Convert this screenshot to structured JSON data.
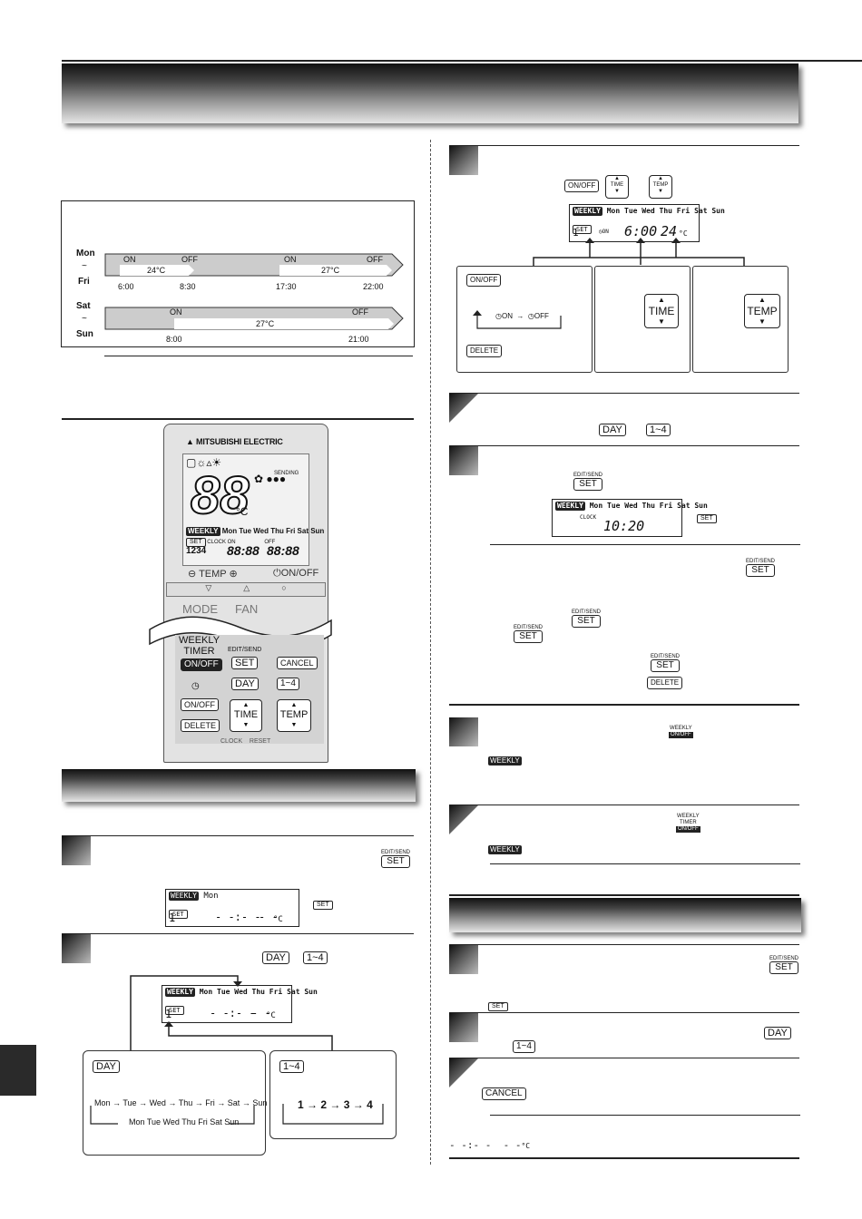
{
  "schedule": {
    "mon": "Mon",
    "tilde": "~",
    "fri": "Fri",
    "sat": "Sat",
    "sun": "Sun",
    "row1": {
      "on1": "ON",
      "off1": "OFF",
      "on2": "ON",
      "off2": "OFF",
      "temp1": "24°C",
      "temp2": "27°C",
      "t1": "6:00",
      "t2": "8:30",
      "t3": "17:30",
      "t4": "22:00"
    },
    "row2": {
      "on": "ON",
      "off": "OFF",
      "temp": "27°C",
      "t1": "8:00",
      "t2": "21:00"
    }
  },
  "remote": {
    "brand": "MITSUBISHI ELECTRIC",
    "big_digits": "88",
    "unit": "°C",
    "sending": "SENDING",
    "days": "Mon Tue Wed Thu Fri Sat Sun",
    "weekly": "WEEKLY",
    "set": "SET",
    "clock": "CLOCK",
    "on": "ON",
    "off": "OFF",
    "nums": "1234",
    "time_digits": "88:88",
    "time_digits2": "88:88",
    "temp": "TEMP",
    "onoff": "ON/OFF",
    "mode": "MODE",
    "fan": "FAN",
    "weekly_timer": "WEEKLY",
    "weekly_timer2": "TIMER",
    "weekly_onoff": "ON/OFF",
    "edit_send": "EDIT/SEND",
    "set_btn": "SET",
    "cancel": "CANCEL",
    "day": "DAY",
    "range": "1~4",
    "btn_onoff": "ON/OFF",
    "btn_delete": "DELETE",
    "btn_time": "TIME",
    "btn_temp": "TEMP",
    "clock_lbl": "CLOCK",
    "reset_lbl": "RESET"
  },
  "left_steps": {
    "edit_send": "EDIT/SEND",
    "set": "SET",
    "lcd1": {
      "weekly": "WEEKLY",
      "day": "Mon",
      "set": "SET",
      "num": "1",
      "time": "- -:- -",
      "temp": "- -",
      "unit": "°C"
    },
    "set_small": "SET",
    "day_key": "DAY",
    "range_key": "1~4",
    "lcd2": {
      "weekly": "WEEKLY",
      "days": "Mon Tue Wed Thu Fri Sat Sun",
      "set": "SET",
      "num": "1",
      "time": "- -:- -",
      "temp": "- -",
      "unit": "°C"
    },
    "day_box": {
      "key": "DAY",
      "seq": [
        "Mon",
        "Tue",
        "Wed",
        "Thu",
        "Fri",
        "Sat",
        "Sun"
      ],
      "all": "Mon Tue Wed Thu Fri Sat Sun"
    },
    "range_box": {
      "key": "1~4",
      "seq": [
        "1",
        "2",
        "3",
        "4"
      ]
    }
  },
  "right_steps": {
    "onoff_key": "ON/OFF",
    "time_key": "TIME",
    "temp_key": "TEMP",
    "lcd3": {
      "weekly": "WEEKLY",
      "days": "Mon Tue Wed Thu Fri Sat Sun",
      "set": "SET",
      "num": "1",
      "on": "ON",
      "time": "6:00",
      "temp": "24",
      "unit": "°C"
    },
    "box_onoff": "ON/OFF",
    "cycle_on": "ON",
    "cycle_off": "OFF",
    "box_delete": "DELETE",
    "box_time": "TIME",
    "box_temp": "TEMP",
    "day_key": "DAY",
    "range_key": "1~4",
    "edit_send": "EDIT/SEND",
    "set": "SET",
    "lcd4": {
      "weekly": "WEEKLY",
      "days": "Mon Tue Wed Thu Fri Sat Sun",
      "clock": "CLOCK",
      "time": "10:20"
    },
    "set_small": "SET",
    "delete_key": "DELETE",
    "weekly_icon": "WEEKLY",
    "weekly_timer": "TIMER",
    "weekly_onoff": "ON/OFF",
    "cancel_key": "CANCEL",
    "blank_time": "- -:- -",
    "blank_temp": "- -",
    "blank_unit": "°C"
  }
}
